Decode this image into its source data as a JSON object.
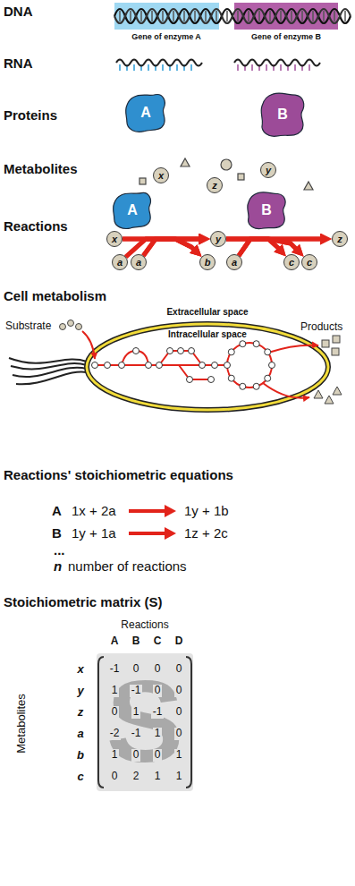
{
  "diagram": {
    "nodes": [
      {
        "text": [
          "A"
        ]
      },
      {
        "text": [
          "B"
        ]
      },
      {
        "text": [
          "x"
        ]
      },
      {
        "text": [
          "z"
        ]
      },
      {
        "text": [
          "y"
        ]
      },
      {
        "text": [
          "A"
        ]
      },
      {
        "text": [
          "B"
        ]
      },
      {
        "text": [
          "x"
        ]
      },
      {
        "text": [
          "y"
        ]
      },
      {
        "text": [
          "z"
        ]
      },
      {
        "text": [
          "a"
        ]
      },
      {
        "text": [
          "a"
        ]
      },
      {
        "text": [
          "b"
        ]
      },
      {
        "text": [
          "a"
        ]
      },
      {
        "text": [
          "c"
        ]
      },
      {
        "text": [
          "c"
        ]
      }
    ],
    "edges": [
      {
        "from": 7,
        "to": 8,
        "arrow": "to"
      },
      {
        "from": 7,
        "to": 12,
        "arrow": "to"
      },
      {
        "from": 10,
        "to": 8,
        "arrow": "to"
      },
      {
        "from": 10,
        "to": 12,
        "arrow": "to"
      },
      {
        "from": 11,
        "to": 8,
        "arrow": "to"
      },
      {
        "from": 11,
        "to": 12,
        "arrow": "to"
      },
      {
        "from": 8,
        "to": 9,
        "arrow": "to"
      },
      {
        "from": 8,
        "to": 14,
        "arrow": "to"
      },
      {
        "from": 8,
        "to": 15,
        "arrow": "to"
      },
      {
        "from": 13,
        "to": 9,
        "arrow": "to"
      },
      {
        "from": 13,
        "to": 14,
        "arrow": "to"
      },
      {
        "from": 13,
        "to": 15,
        "arrow": "to"
      }
    ],
    "labels": [
      "DNA",
      "Gene of enzyme A",
      "Gene of enzyme B",
      "RNA",
      "Proteins",
      "Metabolites",
      "Reactions",
      "Cell metabolism",
      "Substrate",
      "Extracellular space",
      "Intracellular space",
      "Products",
      "Reactions' stoichiometric equations",
      "A",
      "1x + 2a",
      "1y + 1b",
      "B",
      "1y + 1a",
      "1z + 2c",
      "...",
      "n",
      "number of reactions",
      "Stoichiometric matrix (S)",
      "Reactions",
      "A",
      "B",
      "C",
      "D",
      "x",
      "y",
      "z",
      "a",
      "b",
      "c",
      "-1",
      "0",
      "0",
      "0",
      "1",
      "-1",
      "0",
      "0",
      "0",
      "1",
      "-1",
      "0",
      "-2",
      "-1",
      "1",
      "0",
      "1",
      "0",
      "0",
      "1",
      "0",
      "2",
      "1",
      "1",
      "Metabolites",
      "S"
    ]
  }
}
